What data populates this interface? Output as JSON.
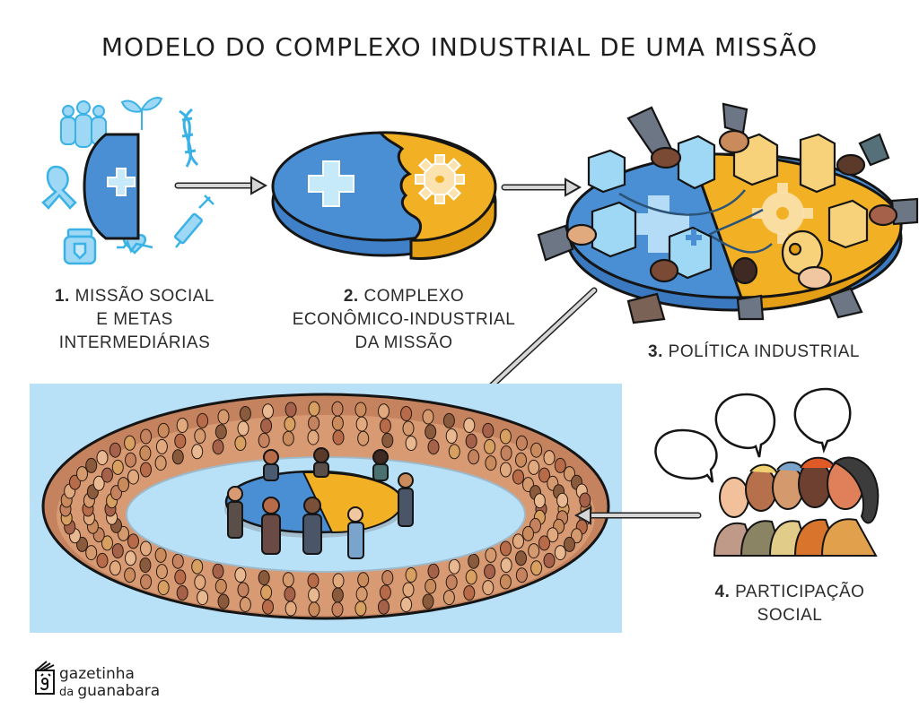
{
  "title": "MODELO DO COMPLEXO INDUSTRIAL DE UMA MISSÃO",
  "colors": {
    "mission_blue": "#4a8fd4",
    "industry_yellow": "#f2b024",
    "icon_cyan": "#4ab8e8",
    "crowd_bg": "#b8e0f7",
    "arrow_gray": "#d6d6d6",
    "outline": "#1b1b1b"
  },
  "steps": [
    {
      "number": "1.",
      "lines": [
        "MISSÃO SOCIAL",
        "E METAS",
        "INTERMEDIÁRIAS"
      ],
      "icons": [
        "people-icon",
        "sprout-icon",
        "dna-icon",
        "ribbon-icon",
        "medical-cross-icon",
        "syringe-icon",
        "vaccine-jar-icon",
        "heartbeat-icon"
      ]
    },
    {
      "number": "2.",
      "lines": [
        "COMPLEXO",
        "ECONÔMICO-INDUSTRIAL",
        "DA MISSÃO"
      ],
      "icons": [
        "medical-cross-icon",
        "gear-icon",
        "puzzle-disc"
      ]
    },
    {
      "number": "3.",
      "lines": [
        "POLÍTICA INDUSTRIAL"
      ],
      "icons": [
        "hands-icon",
        "building-icon",
        "factory-icon",
        "gear-icon",
        "exchange-arrows-icon"
      ]
    },
    {
      "number": "4.",
      "lines": [
        "PARTICIPAÇÃO",
        "SOCIAL"
      ],
      "icons": [
        "speech-bubble-icon",
        "speech-bubble-icon",
        "speech-bubble-icon",
        "people-faces-icon"
      ]
    }
  ],
  "crowd_scene": {
    "description": "crowd-circle-around-table",
    "icons": [
      "crowd-icon",
      "round-table-icon",
      "person-icon"
    ]
  },
  "logo": {
    "line1": "gazetinha",
    "line2_prefix": "da ",
    "line2": "guanabara",
    "icon": "book-face-icon"
  }
}
